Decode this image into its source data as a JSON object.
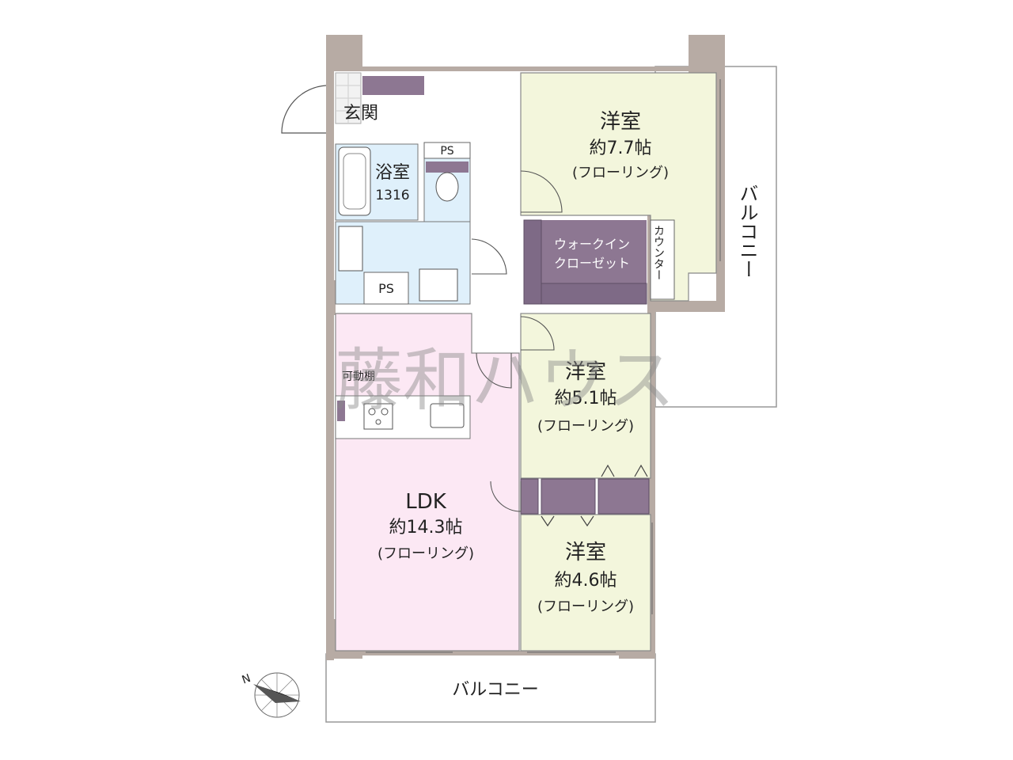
{
  "rooms": {
    "entrance": "玄関",
    "bath": {
      "name": "浴室",
      "size": "1316"
    },
    "ps_toilet": "PS",
    "ps_wash": "PS",
    "western1": {
      "name": "洋室",
      "size": "約7.7帖",
      "floor": "(フローリング)"
    },
    "walkin": {
      "line1": "ウォークイン",
      "line2": "クローゼット"
    },
    "counter": "カウンター",
    "western2": {
      "name": "洋室",
      "size": "約5.1帖",
      "floor": "(フローリング)"
    },
    "ldk": {
      "name": "LDK",
      "size": "約14.3帖",
      "floor": "(フローリング)"
    },
    "kitchen_shelf": "可動棚",
    "western3": {
      "name": "洋室",
      "size": "約4.6帖",
      "floor": "(フローリング)"
    }
  },
  "balcony_right": "バルコニー",
  "balcony_bottom": "バルコニー",
  "compass": {
    "north": "N"
  },
  "watermark": "藤和ハウス",
  "colors": {
    "wall": "#b7aba4",
    "western": "#f3f6dc",
    "ldk": "#fce8f4",
    "bath": "#dff0fb",
    "closet": "#8d7792",
    "storage": "#7e6a86"
  }
}
